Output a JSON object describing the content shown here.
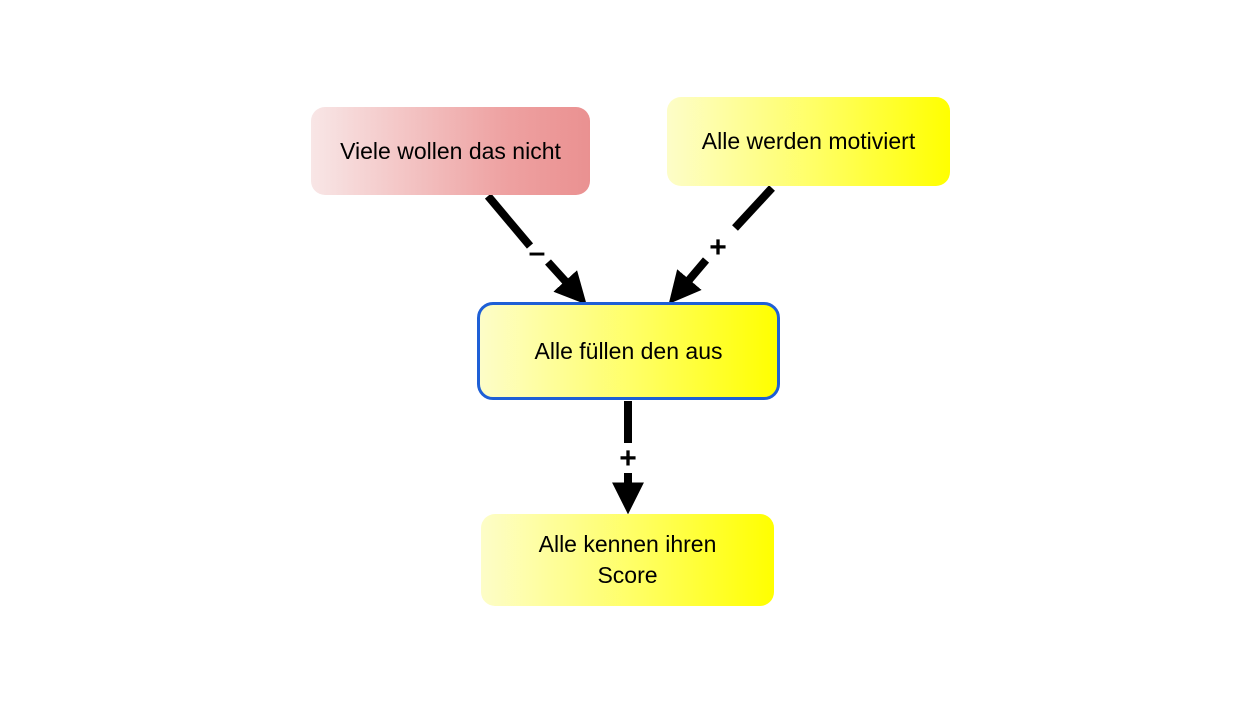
{
  "nodes": {
    "viele": {
      "label": "Viele wollen das nicht",
      "color": "#ea9191"
    },
    "motiviert": {
      "label": "Alle werden motiviert",
      "color": "#ffff00"
    },
    "ausfuellen": {
      "label": "Alle füllen den aus",
      "color": "#ffff00",
      "border_color": "#1e5fd6"
    },
    "score": {
      "label": "Alle kennen ihren Score",
      "color": "#ffff00"
    }
  },
  "edges": [
    {
      "from": "viele",
      "to": "ausfuellen",
      "sign": "–"
    },
    {
      "from": "motiviert",
      "to": "ausfuellen",
      "sign": "+"
    },
    {
      "from": "ausfuellen",
      "to": "score",
      "sign": "+"
    }
  ]
}
